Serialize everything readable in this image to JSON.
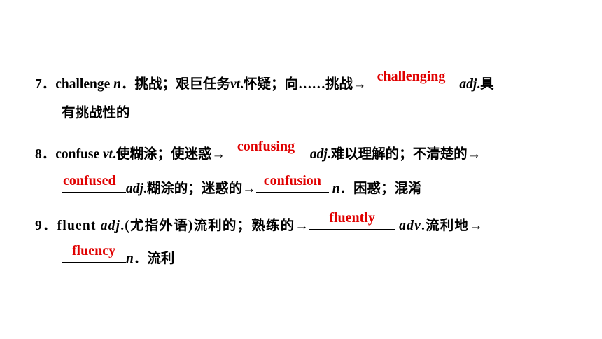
{
  "entries": [
    {
      "num": "7．",
      "word": "challenge",
      "pos1": "n",
      "sep1": "．",
      "gloss1": "挑战；艰巨任务",
      "pos2": "vt",
      "sep2": ".",
      "gloss2": "怀疑；向……挑战→",
      "answer": "challenging",
      "pos3": "adj",
      "gloss3a": ".具",
      "gloss3b": "有挑战性的"
    },
    {
      "num": "8．",
      "word": "confuse",
      "pos1": "vt",
      "gloss1": ".使糊涂；使迷惑→",
      "answer1": "confusing",
      "pos2": "adj",
      "gloss2": ".难以理解的；不清楚的→",
      "answer2": "confused",
      "pos3": "adj",
      "gloss3": ".糊涂的；迷惑的→",
      "answer3": "confusion",
      "pos4": "n",
      "gloss4": "．困惑；混淆"
    },
    {
      "num": "9．",
      "word": "fluent",
      "pos1": "adj",
      "gloss1": ".(尤指外语)流利的；熟练的→",
      "answer1": "fluently",
      "pos2": "adv",
      "gloss2": ".流利地→",
      "answer2": "fluency",
      "pos3": "n",
      "gloss3": "．流利"
    }
  ]
}
